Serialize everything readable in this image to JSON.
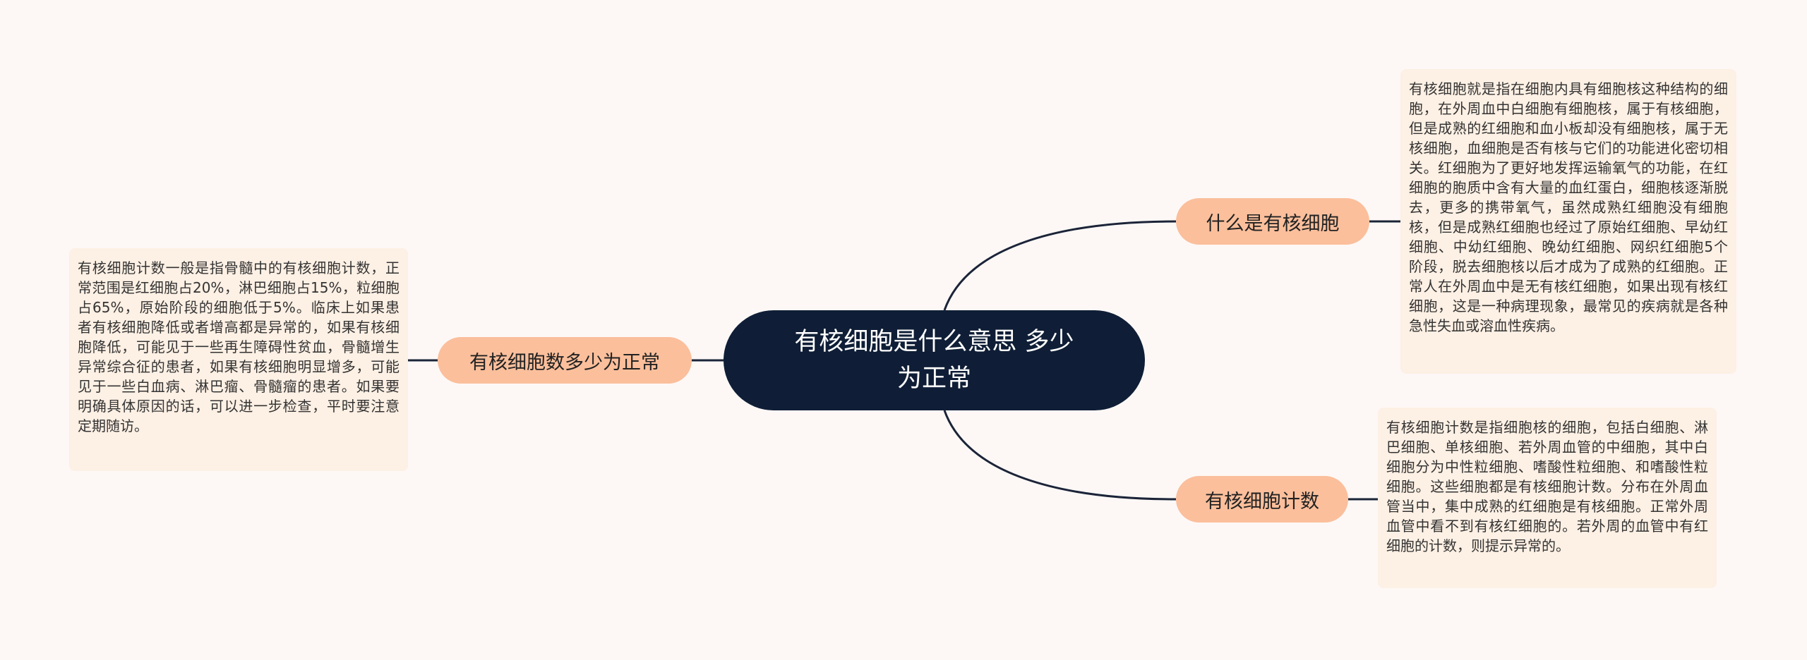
{
  "colors": {
    "background": "#fdf8f6",
    "central_fill": "#0f1e36",
    "branch_fill": "#fbbf9c",
    "note_fill": "#fdf0e4",
    "line": "#1b2438"
  },
  "central": {
    "title": "有核细胞是什么意思 多少为正常"
  },
  "branches": [
    {
      "label": "什么是有核细胞",
      "note": "有核细胞就是指在细胞内具有细胞核这种结构的细胞，在外周血中白细胞有细胞核，属于有核细胞，但是成熟的红细胞和血小板却没有细胞核，属于无核细胞，血细胞是否有核与它们的功能进化密切相关。红细胞为了更好地发挥运输氧气的功能，在红细胞的胞质中含有大量的血红蛋白，细胞核逐渐脱去，更多的携带氧气，虽然成熟红细胞没有细胞核，但是成熟红细胞也经过了原始红细胞、早幼红细胞、中幼红细胞、晚幼红细胞、网织红细胞5个阶段，脱去细胞核以后才成为了成熟的红细胞。正常人在外周血中是无有核红细胞，如果出现有核红细胞，这是一种病理现象，最常见的疾病就是各种急性失血或溶血性疾病。"
    },
    {
      "label": "有核细胞计数",
      "note": "有核细胞计数是指细胞核的细胞，包括白细胞、淋巴细胞、单核细胞、若外周血管的中细胞，其中白细胞分为中性粒细胞、嗜酸性粒细胞、和嗜酸性粒细胞。这些细胞都是有核细胞计数。分布在外周血管当中，集中成熟的红细胞是有核细胞。正常外周血管中看不到有核红细胞的。若外周的血管中有红细胞的计数，则提示异常的。"
    },
    {
      "label": "有核细胞数多少为正常",
      "note": "有核细胞计数一般是指骨髓中的有核细胞计数，正常范围是红细胞占20%，淋巴细胞占15%，粒细胞占65%，原始阶段的细胞低于5%。临床上如果患者有核细胞降低或者增高都是异常的，如果有核细胞降低，可能见于一些再生障碍性贫血，骨髓增生异常综合征的患者，如果有核细胞明显增多，可能见于一些白血病、淋巴瘤、骨髓瘤的患者。如果要明确具体原因的话，可以进一步检查，平时要注意定期随访。"
    }
  ]
}
